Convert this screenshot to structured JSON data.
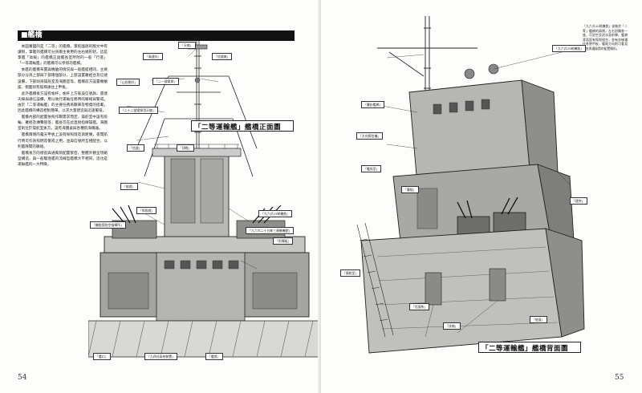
{
  "section": {
    "heading": "■艦橋"
  },
  "body_paragraphs": [
    "本図番図的是「二等」的艦橋。掌舵國語的版文中有讀到，掌艦的艦橋可分爲兩主要用的左右幾形狀。這是掌艦「高級」的艦橋正副艦長室所附的一般「行進」「一等運輸艦」的艦橋可以參照的艦橋。",
    "本艦的艦橋布置與機艙的情況與一般艦艇相同，主要部分分爲上部與下部兩個部分，上部設置羅經台及信號設備，下部則爲操舵室及海圖室等。艦橋前方設置機槍座，側面則有舷梯通往上甲板。",
    "此外艦橋後方設有桅杆，桅杆上方裝設信號旗、雷達天線與通信設備，用以執行運輸任務時的聯絡與警戒。由於「二等運輸艦」的主要任務爲戰車及物資的搭載，因此艦橋的構造相對簡單，以求大量建造與迅速服役。",
    "艦橋內部的配置依照作戰需求而定，操舵室中設有舵輪、羅經及傳聲管等，艦長可在此直接指揮操艦。海圖室則位於操舵室後方，設有海圖桌與各種航海儀器。",
    "艦橋兩側的露天甲板上設有探照燈及測距儀，夜間航行時可作爲照明及警戒之用，並與信號所互相配合，以利艦隊間的聯絡。",
    "艦橋後方的煙囪與通風筒配置緊密，整體外觀呈現箱型構造，與一般驅逐艦的流線型艦橋大不相同，這也是運輸艦的一大特徵。"
  ],
  "right_paragraph": "「九六式25粍機銃」安裝於「二等」艦橋的兩側，左右對稱各一座，可對空及對水面射擊。艦橋背面設有探照燈台，並有扶梯通往各層甲板，艦尾方向則可看見煙囪與通風筒的配置情形。",
  "left_callouts": [
    "「天線」",
    "「風速計」",
    "「信號旗」",
    "「山形桅杆」",
    "「二一號電探」",
    "「二十二號電探用天線」",
    "「信號」",
    "「頂桅」",
    "「舷燈」",
    "「探照燈」",
    "「機銃用防空指揮所」",
    "「九六式二十五粍三連裝機銃」",
    "「防彈板」",
    "「九六式25粍機銃」",
    "「艦口」",
    "「九四式高射裝置」",
    "「艦首」"
  ],
  "right_callouts": [
    "「九六式25粍機銃」",
    "「羅針艦橋」",
    "「方向探信儀」",
    "「艦長室」",
    "「羅經」",
    "「操舵室」",
    "「信號所」",
    "「扶梯」",
    "「煙突」",
    "「舷窗」"
  ],
  "drawing_titles": {
    "front": "「二等運輸艦」艦橋正面圖",
    "back": "「二等運輸艦」艦橋背面圖"
  },
  "page_numbers": {
    "left": "54",
    "right": "55"
  }
}
